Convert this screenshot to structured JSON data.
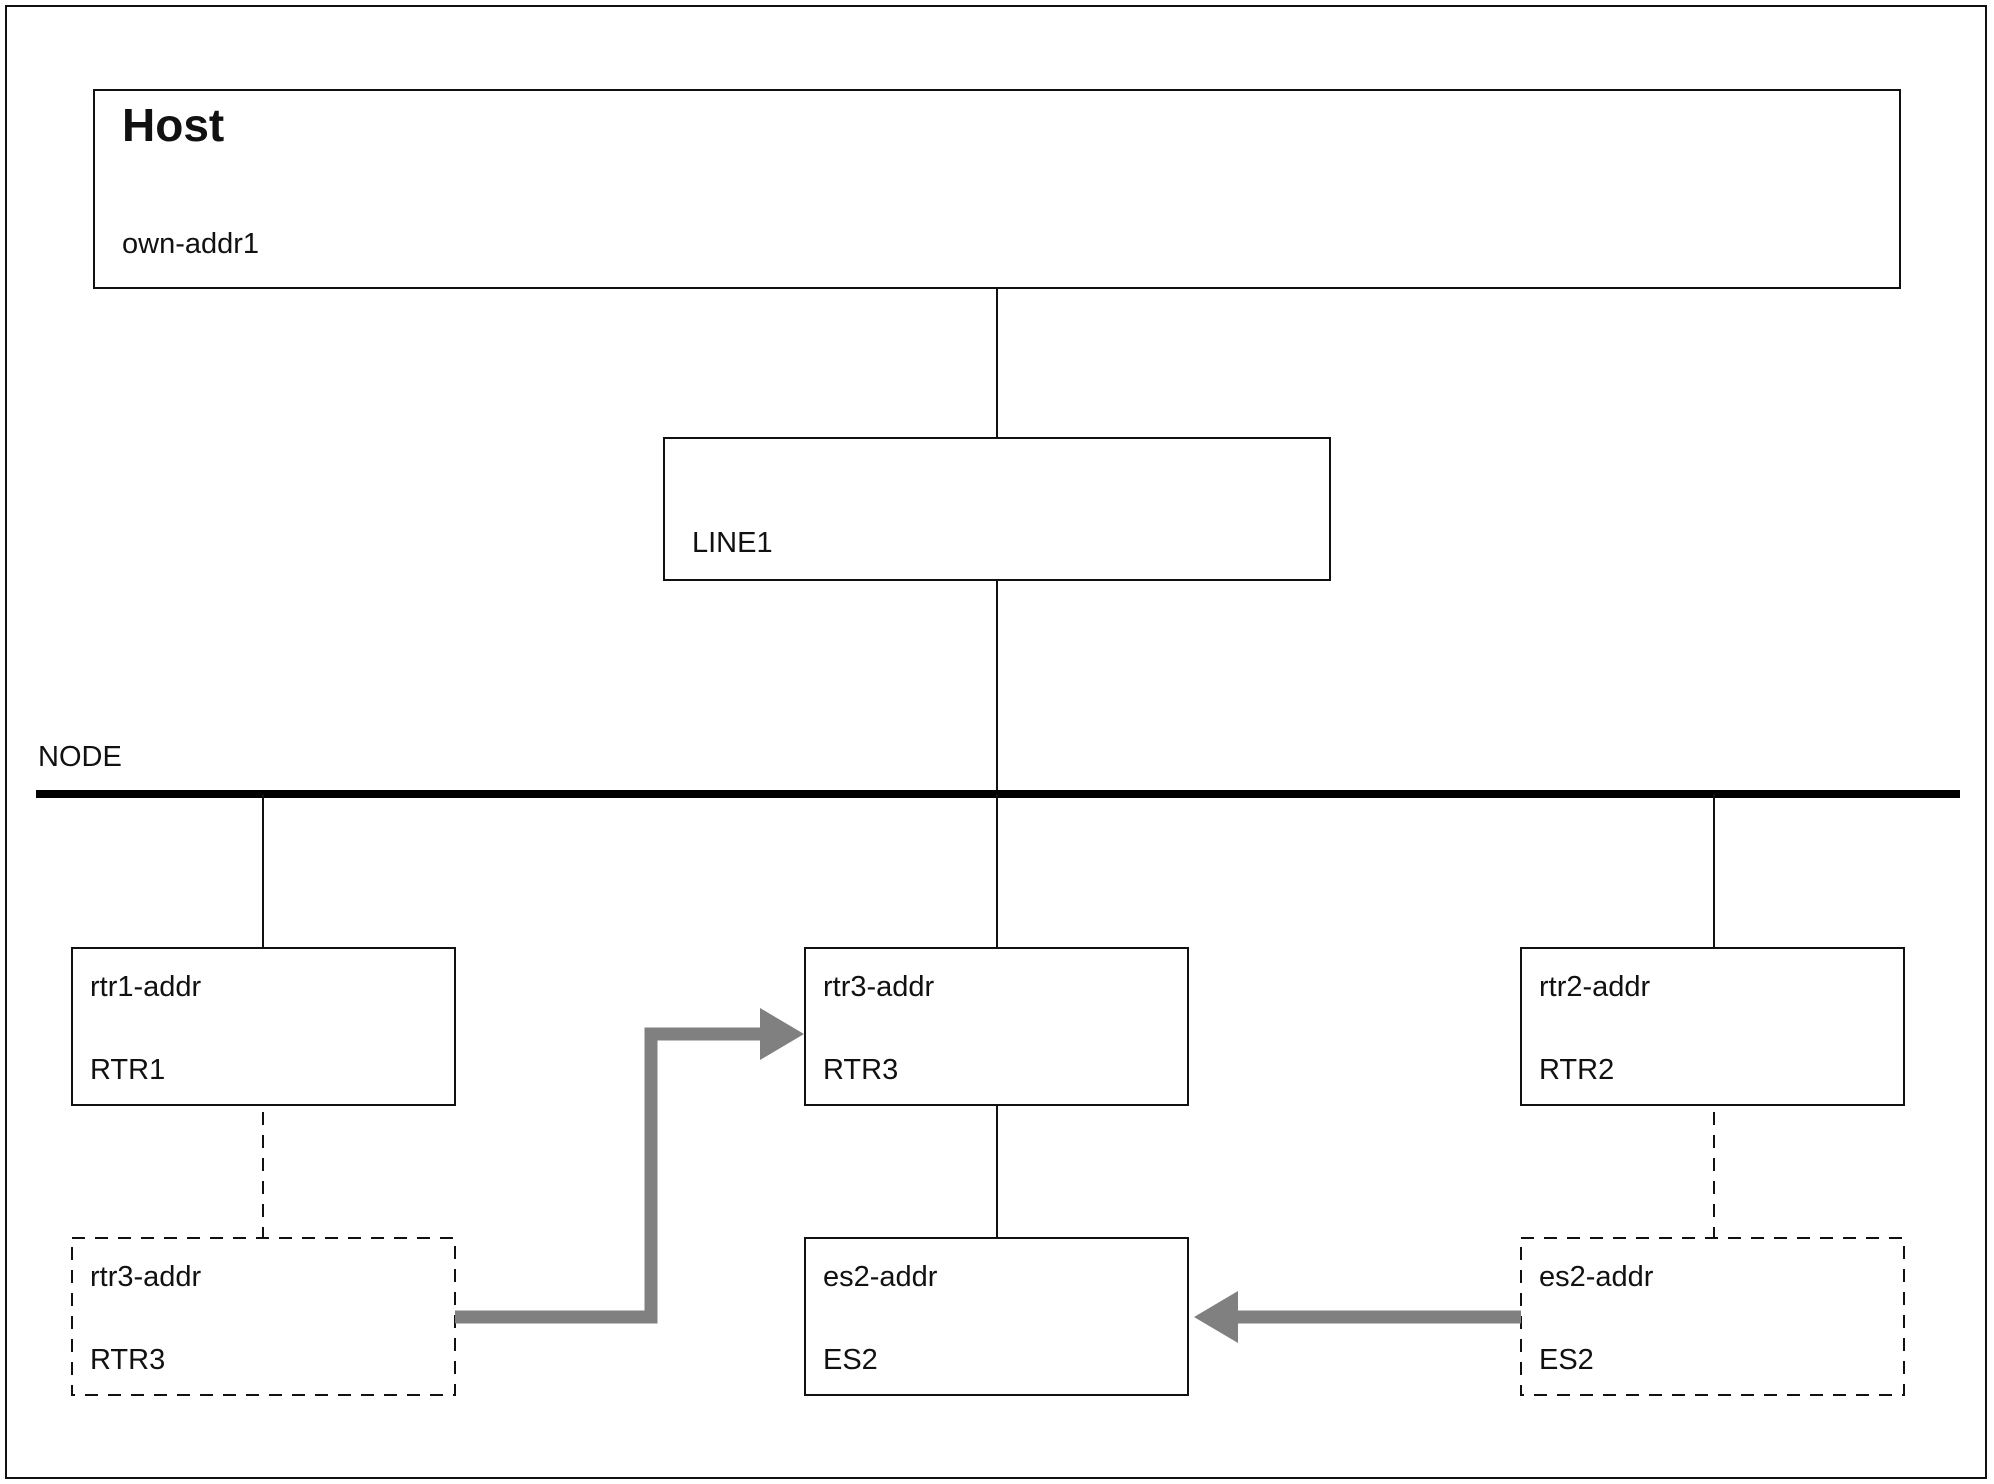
{
  "host": {
    "title": "Host",
    "address": "own-addr1"
  },
  "line": {
    "label": "LINE1"
  },
  "node": {
    "label": "NODE"
  },
  "routers": [
    {
      "address": "rtr1-addr",
      "name": "RTR1"
    },
    {
      "address": "rtr3-addr",
      "name": "RTR3"
    },
    {
      "address": "rtr2-addr",
      "name": "RTR2"
    }
  ],
  "end_system": {
    "address": "es2-addr",
    "name": "ES2"
  },
  "remote_entries": [
    {
      "address": "rtr3-addr",
      "name": "RTR3"
    },
    {
      "address": "es2-addr",
      "name": "ES2"
    }
  ],
  "colors": {
    "line": "#111111",
    "bus": "#000000",
    "arrow": "#808080"
  }
}
